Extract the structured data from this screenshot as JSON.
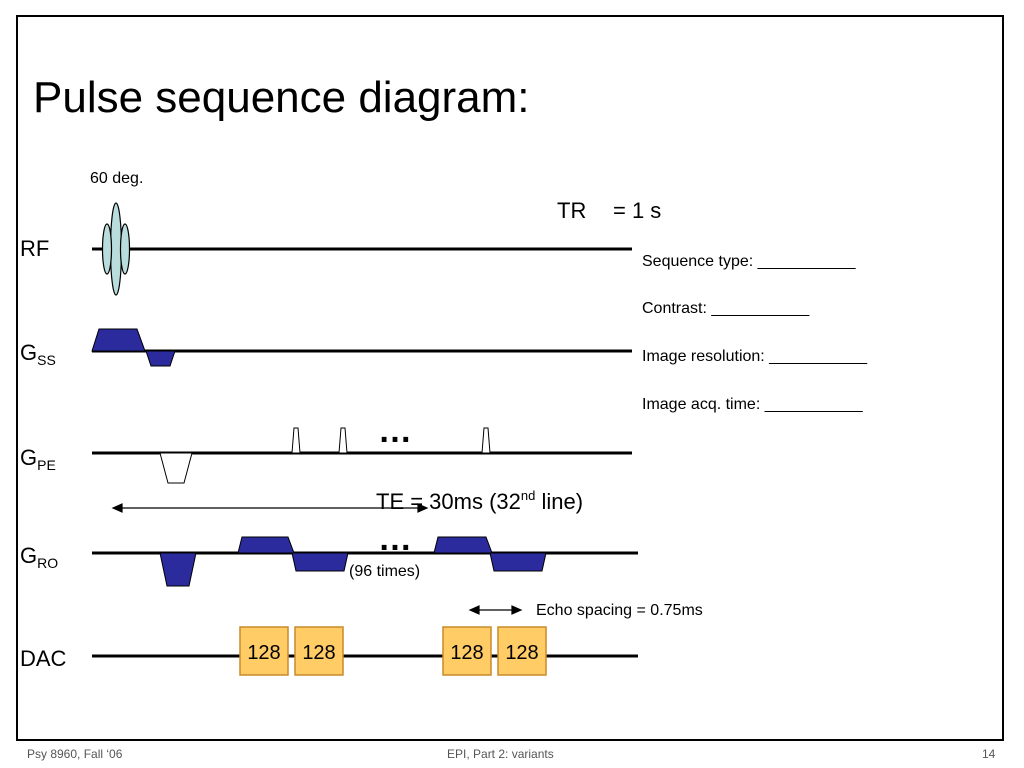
{
  "slide": {
    "title": "Pulse sequence diagram:",
    "flip_angle": "60 deg.",
    "tr_label": "TR",
    "tr_value": "= 1 s"
  },
  "channels": {
    "rf": "RF",
    "gss_main": "G",
    "gss_sub": "SS",
    "gpe_main": "G",
    "gpe_sub": "PE",
    "gro_main": "G",
    "gro_sub": "RO",
    "dac": "DAC"
  },
  "info": {
    "sequence_type": "Sequence type:  ___________",
    "contrast": "Contrast: ___________",
    "image_resolution": "Image resolution: ___________",
    "image_acq_time": "Image acq. time: ___________"
  },
  "annotations": {
    "te_prefix": "TE = 30ms (32",
    "te_sup": "nd",
    "te_suffix": " line)",
    "ellipsis_pe": "…",
    "ellipsis_ro": "…",
    "repeat": "(96 times)",
    "echo_spacing": "Echo spacing = 0.75ms"
  },
  "dac_blocks": [
    "128",
    "128",
    "128",
    "128"
  ],
  "colors": {
    "gradient_fill": "#2b2b9e",
    "rf_fill": "#b9dcdc",
    "dac_fill": "#ffcc66",
    "dac_stroke": "#c88a2a"
  },
  "footer": {
    "left": "Psy 8960, Fall ‘06",
    "center": "EPI, Part 2:  variants",
    "page": "14"
  }
}
